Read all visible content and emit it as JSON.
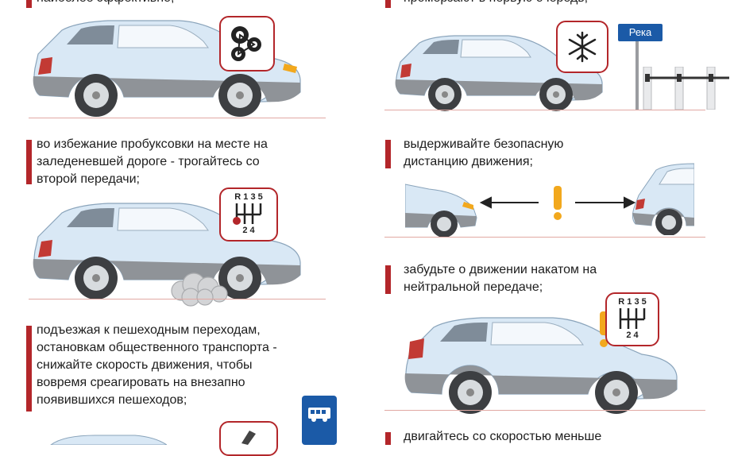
{
  "left": {
    "tip0_partial": "наиболее эффективно;",
    "tip1": {
      "lines": [
        "во избежание пробуксовки на месте на",
        "заледеневшей дороге - трогайтесь со",
        "второй передачи;"
      ]
    },
    "tip2": {
      "lines": [
        "подъезжая к пешеходным переходам,",
        "остановкам общественного транспорта -",
        "снижайте скорость движения, чтобы",
        "вовремя среагировать на внезапно",
        "появившихся пешеходов;"
      ]
    }
  },
  "right": {
    "tip0_partial": "промерзают в первую очередь;",
    "sign_label": "Река",
    "tip1": {
      "lines": [
        "выдерживайте безопасную",
        "дистанцию движения;"
      ]
    },
    "tip2": {
      "lines": [
        "забудьте о движении накатом на",
        "нейтральной передаче;"
      ]
    },
    "tip3_partial": "двигайтесь со скоростью меньше"
  },
  "gearbox": {
    "top": "R 1 3 5",
    "bottom": "2 4"
  },
  "colors": {
    "accent": "#b3262a",
    "car_body": "#d9e8f5",
    "car_lower": "#8f9398",
    "warning": "#f2a81d"
  }
}
